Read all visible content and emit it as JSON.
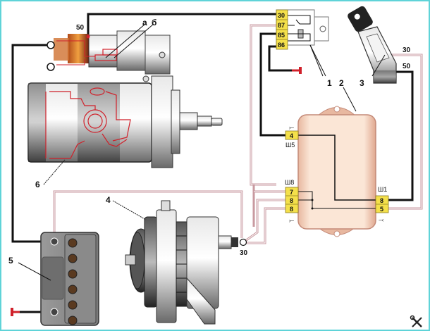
{
  "diagram": {
    "title": "Starter, relay, ignition switch, regulator and generator wiring",
    "colors": {
      "frame": "#5fd3d8",
      "wire_black": "#111111",
      "wire_pink": "#c99aa0",
      "connector_yellow": "#f4e04a",
      "regulator_body": "#f7dcc8",
      "regulator_border": "#c48a78",
      "internal_red": "#d0202a",
      "ground_red": "#d0202a"
    },
    "callouts": {
      "1": "1",
      "2": "2",
      "3": "3",
      "4": "4",
      "5": "5",
      "6": "6",
      "a": "а",
      "b": "б"
    },
    "starter": {
      "terminal_label": "50"
    },
    "relay": {
      "pins": [
        "30",
        "87",
        "85",
        "86"
      ]
    },
    "ignition_switch": {
      "terminals": [
        "30",
        "50"
      ]
    },
    "regulator": {
      "connectors": {
        "sh5": {
          "label": "Ш5",
          "pins": [
            "4"
          ]
        },
        "sh8": {
          "label": "Ш8",
          "pins": [
            "7",
            "8",
            "8"
          ]
        },
        "sh1": {
          "label": "Ш1",
          "pins": [
            "8",
            "5"
          ]
        }
      }
    },
    "generator": {
      "terminal_label": "30"
    },
    "logo_icon": "wrench-screwdriver-icon"
  }
}
